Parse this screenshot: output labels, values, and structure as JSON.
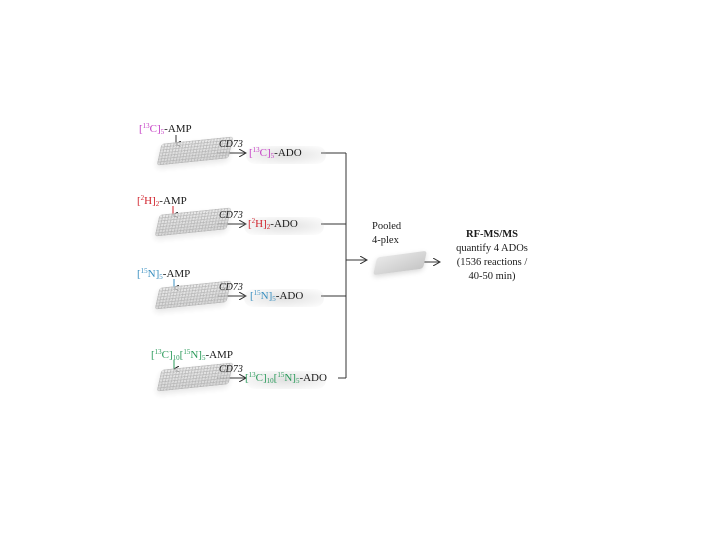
{
  "diagram": {
    "enzyme_label": "CD73",
    "rows": [
      {
        "substrate": {
          "pre": "[",
          "sup1": "13",
          "el1": "C]",
          "sub1": "5",
          "mid": "",
          "sup2": "",
          "el2": "",
          "sub2": "",
          "suffix": "-AMP"
        },
        "product": {
          "pre": "[",
          "sup1": "13",
          "el1": "C]",
          "sub1": "5",
          "mid": "",
          "sup2": "",
          "el2": "",
          "sub2": "",
          "suffix": "-ADO"
        },
        "color": "#c43cc4"
      },
      {
        "substrate": {
          "pre": "[",
          "sup1": "2",
          "el1": "H]",
          "sub1": "2",
          "mid": "",
          "sup2": "",
          "el2": "",
          "sub2": "",
          "suffix": "-AMP"
        },
        "product": {
          "pre": "[",
          "sup1": "2",
          "el1": "H]",
          "sub1": "2",
          "mid": "",
          "sup2": "",
          "el2": "",
          "sub2": "",
          "suffix": "-ADO"
        },
        "color": "#d0202a"
      },
      {
        "substrate": {
          "pre": "[",
          "sup1": "15",
          "el1": "N]",
          "sub1": "5",
          "mid": "",
          "sup2": "",
          "el2": "",
          "sub2": "",
          "suffix": "-AMP"
        },
        "product": {
          "pre": "[",
          "sup1": "15",
          "el1": "N]",
          "sub1": "5",
          "mid": "",
          "sup2": "",
          "el2": "",
          "sub2": "",
          "suffix": "-ADO"
        },
        "color": "#3a8fc0"
      },
      {
        "substrate": {
          "pre": "[",
          "sup1": "13",
          "el1": "C]",
          "sub1": "10",
          "mid": "[",
          "sup2": "15",
          "el2": "N]",
          "sub2": "5",
          "suffix": "-AMP"
        },
        "product": {
          "pre": "[",
          "sup1": "13",
          "el1": "C]",
          "sub1": "10",
          "mid": "[",
          "sup2": "15",
          "el2": "N]",
          "sub2": "5",
          "suffix": "-ADO"
        },
        "color": "#2a9a5a"
      }
    ],
    "pooled": {
      "line1": "Pooled",
      "line2": "4-plex"
    },
    "readout": {
      "title": "RF-MS/MS",
      "line1": "quantify  4 ADOs",
      "line2": "(1536 reactions  /",
      "line3": "40-50 min)"
    }
  }
}
